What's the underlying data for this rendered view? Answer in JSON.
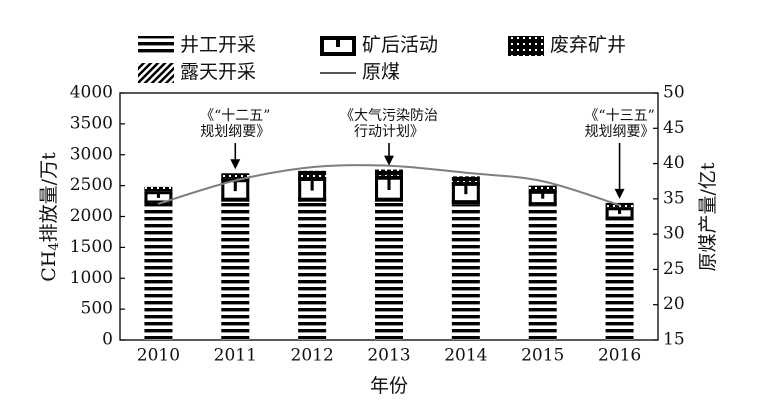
{
  "chart_data": {
    "type": "bar",
    "stacked": true,
    "categories": [
      "2010",
      "2011",
      "2012",
      "2013",
      "2014",
      "2015",
      "2016"
    ],
    "series": [
      {
        "name": "井工开采",
        "axis": "left",
        "pattern": "horizontal-lines",
        "values": [
          2220,
          2240,
          2240,
          2240,
          2200,
          2180,
          1960
        ]
      },
      {
        "name": "矿后活动",
        "axis": "left",
        "pattern": "pillar",
        "values": [
          180,
          380,
          400,
          420,
          360,
          240,
          180
        ]
      },
      {
        "name": "废弃矿井",
        "axis": "left",
        "pattern": "dots",
        "values": [
          80,
          80,
          100,
          100,
          90,
          80,
          80
        ]
      },
      {
        "name": "露天开采",
        "axis": "left",
        "pattern": "diagonal-lines",
        "values": [
          0,
          0,
          0,
          0,
          0,
          0,
          0
        ]
      },
      {
        "name": "原煤",
        "axis": "right",
        "type": "line",
        "values": [
          34.3,
          37.6,
          39.5,
          39.7,
          38.7,
          37.5,
          34.1
        ]
      }
    ],
    "xlabel": "年份",
    "ylabel": "CH4排放量/万t",
    "y2label": "原煤产量/亿t",
    "ylim": [
      0,
      4000
    ],
    "y2lim": [
      15,
      50
    ],
    "yticks": [
      "0",
      "500",
      "1000",
      "1500",
      "2000",
      "2500",
      "3000",
      "3500",
      "4000"
    ],
    "y2ticks": [
      "15",
      "20",
      "25",
      "30",
      "35",
      "40",
      "45",
      "50"
    ],
    "legend_position": "top",
    "grid": false,
    "annotations": [
      {
        "category": "2011",
        "lines": [
          "《“十二五”",
          "规划纲要》"
        ]
      },
      {
        "category": "2013",
        "lines": [
          "《大气污染防治",
          "行动计划》"
        ]
      },
      {
        "category": "2016",
        "lines": [
          "《“十三五”",
          "规划纲要》"
        ]
      }
    ]
  }
}
